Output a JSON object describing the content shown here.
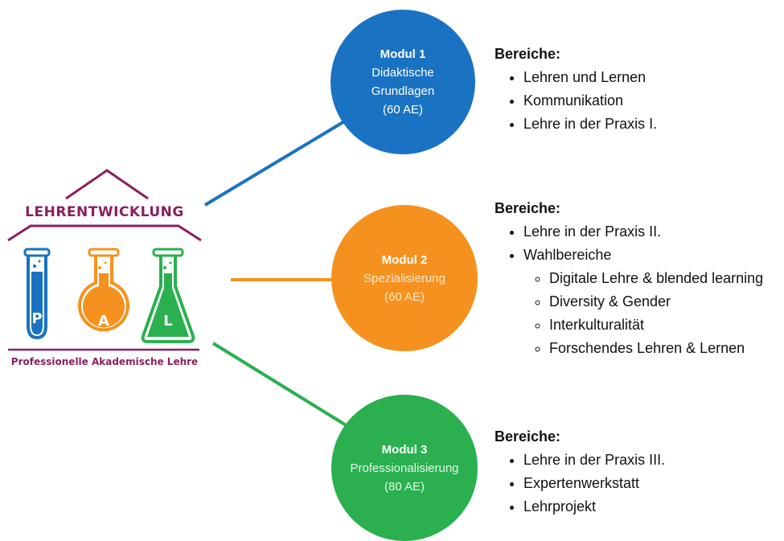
{
  "logo": {
    "title": "LEHRENTWICKLUNG",
    "subtitle": "Professionelle Akademische Lehre",
    "letters": [
      "P",
      "A",
      "L"
    ],
    "colors": {
      "maroon": "#8a1f5f",
      "blue": "#1a72c2",
      "orange": "#f5921f",
      "green": "#2ab04f"
    }
  },
  "modules": [
    {
      "title": "Modul 1",
      "name_lines": [
        "Didaktische",
        "Grundlagen"
      ],
      "hours": "(60 AE)",
      "color": "#1a72c2"
    },
    {
      "title": "Modul 2",
      "name_lines": [
        "Spezialisierung"
      ],
      "hours": "(60 AE)",
      "color": "#f5921f"
    },
    {
      "title": "Modul 3",
      "name_lines": [
        "Professionalisierung"
      ],
      "hours": "(80 AE)",
      "color": "#2ab04f"
    }
  ],
  "areas": [
    {
      "heading": "Bereiche:",
      "items": [
        "Lehren und Lernen",
        "Kommunikation",
        "Lehre in der Praxis I."
      ]
    },
    {
      "heading": "Bereiche:",
      "items": [
        "Lehre in der Praxis II.",
        "Wahlbereiche"
      ],
      "subitems": [
        "Digitale Lehre & blended learning",
        "Diversity & Gender",
        "Interkulturalität",
        "Forschendes Lehren & Lernen"
      ]
    },
    {
      "heading": "Bereiche:",
      "items": [
        "Lehre in der Praxis III.",
        "Expertenwerkstatt",
        "Lehrprojekt"
      ]
    }
  ]
}
